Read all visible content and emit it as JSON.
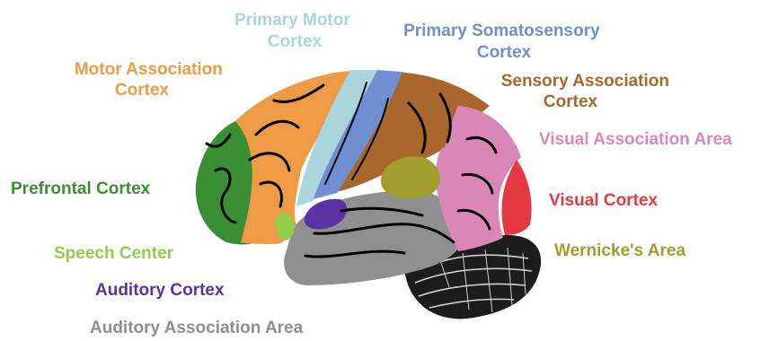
{
  "diagram": {
    "regions": [
      {
        "id": "primary-motor",
        "lines": [
          "Primary Motor",
          "Cortex"
        ],
        "color": "#a9d6dc"
      },
      {
        "id": "primary-somatosensory",
        "lines": [
          "Primary Somatosensory",
          "Cortex"
        ],
        "color": "#6f8fd2"
      },
      {
        "id": "motor-association",
        "lines": [
          "Motor Association",
          "Cortex"
        ],
        "color": "#ef9a45"
      },
      {
        "id": "sensory-association",
        "lines": [
          "Sensory Association",
          "Cortex"
        ],
        "color": "#a9672e"
      },
      {
        "id": "visual-association",
        "lines": [
          "Visual Association Area"
        ],
        "color": "#d987b8"
      },
      {
        "id": "prefrontal",
        "lines": [
          "Prefrontal Cortex"
        ],
        "color": "#3a8f35"
      },
      {
        "id": "visual-cortex",
        "lines": [
          "Visual Cortex"
        ],
        "color": "#e53a43"
      },
      {
        "id": "speech-center",
        "lines": [
          "Speech Center"
        ],
        "color": "#8fcd4a"
      },
      {
        "id": "wernicke",
        "lines": [
          "Wernicke's Area"
        ],
        "color": "#9e9d2e"
      },
      {
        "id": "auditory-cortex",
        "lines": [
          "Auditory Cortex"
        ],
        "color": "#5a33a2"
      },
      {
        "id": "auditory-association",
        "lines": [
          "Auditory Association Area"
        ],
        "color": "#8f8f8f"
      }
    ],
    "cerebellum_color": "#1c1c1c",
    "sulci_color": "#000000"
  }
}
